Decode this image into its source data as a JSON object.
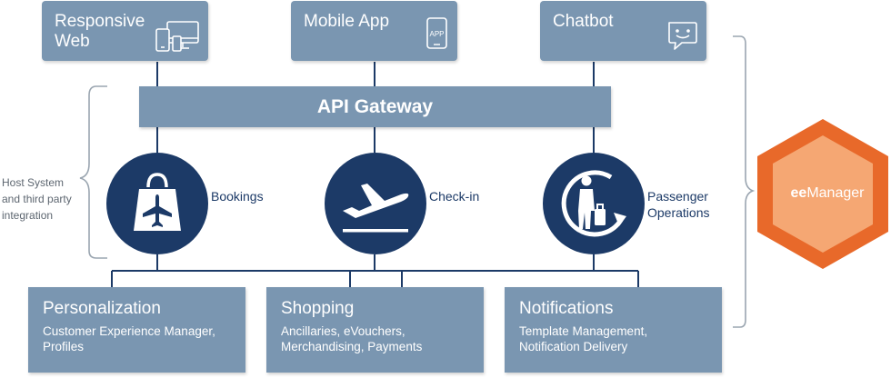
{
  "channels": [
    {
      "line1": "Responsive",
      "line2": "Web",
      "icon": "devices-icon"
    },
    {
      "line1": "Mobile App",
      "line2": "",
      "icon": "phone-app-icon",
      "icon_text": "APP"
    },
    {
      "line1": "Chatbot",
      "line2": "",
      "icon": "chat-bubble-icon"
    }
  ],
  "gateway": {
    "label": "API Gateway"
  },
  "services": [
    {
      "line1": "Bookings",
      "line2": "",
      "icon": "shopping-bag-plane-icon"
    },
    {
      "line1": "Check-in",
      "line2": "",
      "icon": "plane-takeoff-icon"
    },
    {
      "line1": "Passenger",
      "line2": "Operations",
      "icon": "passenger-luggage-icon"
    }
  ],
  "host": {
    "line1": "Host System",
    "line2": "and third party",
    "line3": "integration"
  },
  "modules": [
    {
      "title": "Personalization",
      "desc1": "Customer Experience Manager,",
      "desc2": "Profiles"
    },
    {
      "title": "Shopping",
      "desc1": "Ancillaries, eVouchers,",
      "desc2": "Merchandising, Payments"
    },
    {
      "title": "Notifications",
      "desc1": "Template Management,",
      "desc2": "Notification Delivery"
    }
  ],
  "product": {
    "prefix": "ee",
    "name": "Manager"
  },
  "colors": {
    "box": "#7a96b1",
    "circle": "#1c3a67",
    "hex_outer": "#e8692a",
    "hex_inner": "#f5a773",
    "bracket": "#9aa5b0"
  }
}
